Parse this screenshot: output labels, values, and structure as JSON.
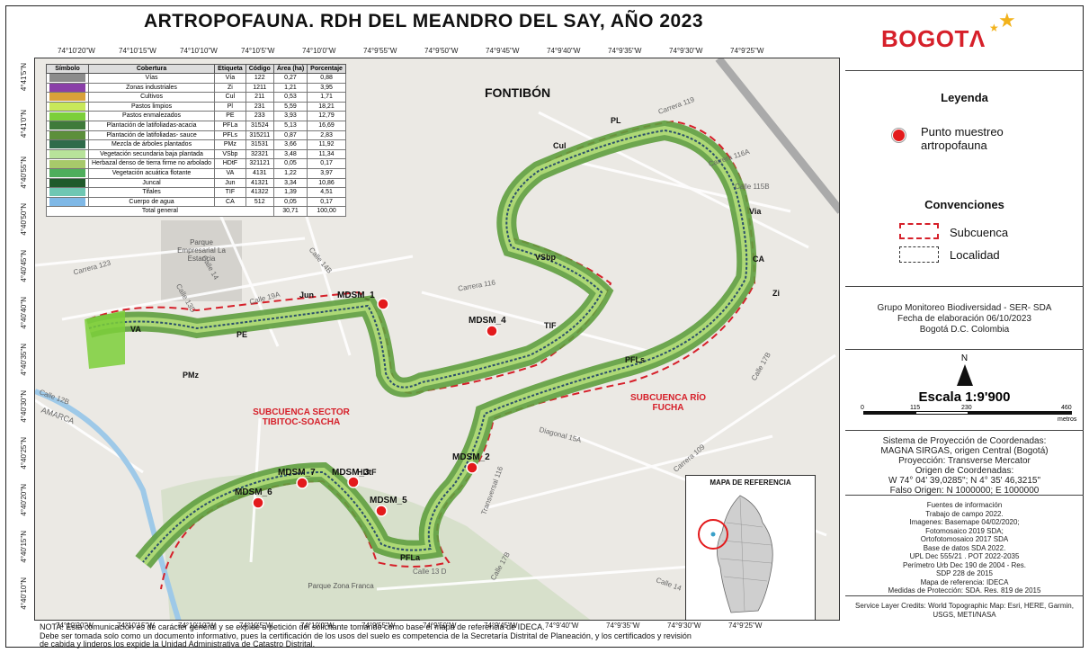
{
  "title": "ARTROPOFAUNA. RDH DEL MEANDRO DEL SAY, AÑO 2023",
  "logo_text": "BOGOTΛ",
  "coords": {
    "top": [
      "74°10'20\"W",
      "74°10'15\"W",
      "74°10'10\"W",
      "74°10'5\"W",
      "74°10'0\"W",
      "74°9'55\"W",
      "74°9'50\"W",
      "74°9'45\"W",
      "74°9'40\"W",
      "74°9'35\"W",
      "74°9'30\"W",
      "74°9'25\"W"
    ],
    "bottom": [
      "74°10'20\"W",
      "74°10'15\"W",
      "74°10'10\"W",
      "74°10'5\"W",
      "74°10'0\"W",
      "74°9'55\"W",
      "74°9'50\"W",
      "74°9'45\"W",
      "74°9'40\"W",
      "74°9'35\"W",
      "74°9'30\"W",
      "74°9'25\"W"
    ],
    "side": [
      "4°41'5\"N",
      "4°41'0\"N",
      "4°40'55\"N",
      "4°40'50\"N",
      "4°40'45\"N",
      "4°40'40\"N",
      "4°40'35\"N",
      "4°40'30\"N",
      "4°40'25\"N",
      "4°40'20\"N",
      "4°40'15\"N",
      "4°40'10\"N"
    ]
  },
  "table": {
    "headers": [
      "Símbolo",
      "Cobertura",
      "Etiqueta",
      "Código",
      "Área (ha)",
      "Porcentaje"
    ],
    "rows": [
      {
        "cobertura": "Vías",
        "etiqueta": "Vía",
        "codigo": "122",
        "area": "0,27",
        "pct": "0,88",
        "color": "#8c8c8c"
      },
      {
        "cobertura": "Zonas industriales",
        "etiqueta": "Zi",
        "codigo": "1211",
        "area": "1,21",
        "pct": "3,95",
        "color": "#8a3fa8"
      },
      {
        "cobertura": "Cultivos",
        "etiqueta": "Cul",
        "codigo": "211",
        "area": "0,53",
        "pct": "1,71",
        "color": "#d9a13a"
      },
      {
        "cobertura": "Pastos limpios",
        "etiqueta": "Pl",
        "codigo": "231",
        "area": "5,59",
        "pct": "18,21",
        "color": "#c8e85a"
      },
      {
        "cobertura": "Pastos enmalezados",
        "etiqueta": "PE",
        "codigo": "233",
        "area": "3,93",
        "pct": "12,79",
        "color": "#7ccf3a"
      },
      {
        "cobertura": "Plantación de latifoliadas-acacia",
        "etiqueta": "PFLa",
        "codigo": "31524",
        "area": "5,13",
        "pct": "16,69",
        "color": "#3f7a3a"
      },
      {
        "cobertura": "Plantación de latifoliadas- sauce",
        "etiqueta": "PFLs",
        "codigo": "315211",
        "area": "0,87",
        "pct": "2,83",
        "color": "#5c8f3b"
      },
      {
        "cobertura": "Mezcla de árboles plantados",
        "etiqueta": "PMz",
        "codigo": "31531",
        "area": "3,66",
        "pct": "11,92",
        "color": "#2f6b4a"
      },
      {
        "cobertura": "Vegetación secundaria baja plantada",
        "etiqueta": "VSbp",
        "codigo": "32321",
        "area": "3,48",
        "pct": "11,34",
        "color": "#b8e39a"
      },
      {
        "cobertura": "Herbazal denso de tierra firme no arbolado",
        "etiqueta": "HDtF",
        "codigo": "321121",
        "area": "0,05",
        "pct": "0,17",
        "color": "#a7c96a"
      },
      {
        "cobertura": "Vegetación acuática flotante",
        "etiqueta": "VA",
        "codigo": "4131",
        "area": "1,22",
        "pct": "3,97",
        "color": "#4fae5c"
      },
      {
        "cobertura": "Juncal",
        "etiqueta": "Jun",
        "codigo": "41321",
        "area": "3,34",
        "pct": "10,86",
        "color": "#1f5a2a"
      },
      {
        "cobertura": "Tifales",
        "etiqueta": "TIF",
        "codigo": "41322",
        "area": "1,39",
        "pct": "4,51",
        "color": "#6fc7b3"
      },
      {
        "cobertura": "Cuerpo de agua",
        "etiqueta": "CA",
        "codigo": "512",
        "area": "0,05",
        "pct": "0,17",
        "color": "#7fb8e6"
      }
    ],
    "total_label": "Total general",
    "total_area": "30,71",
    "total_pct": "100,00"
  },
  "map_labels": {
    "fontibon": "FONTIBÓN",
    "pl": "PL",
    "cul": "Cul",
    "via": "Via",
    "ca": "CA",
    "zi": "Zi",
    "vsbp": "VSbp",
    "tif": "TIF",
    "jun": "Jun",
    "pe": "PE",
    "va": "VA",
    "pmz": "PMz",
    "pfls": "PFLs",
    "hdtf": "HDtF",
    "pfla": "PFLa"
  },
  "stations": {
    "s1": "MDSM_1",
    "s2": "MDSM_2",
    "s3": "MDSM_3",
    "s4": "MDSM_4",
    "s5": "MDSM_5",
    "s6": "MDSM_6",
    "s7": "MDSM_7"
  },
  "areas": {
    "tibitoc": "SUBCUENCA SECTOR TIBITOC-SOACHA",
    "fucha": "SUBCUENCA RÍO FUCHA"
  },
  "streets": {
    "c119": "Carrera 119",
    "c116a": "Carrera 116A",
    "c115b": "Calle 115B",
    "c123": "Carrera 123",
    "calle14": "Calle 14",
    "calle14b": "Calle 14B",
    "calle13d": "Calle 13D",
    "calle19a": "Calle 19A",
    "c116": "Carrera 116",
    "calle17b": "Calle 17B",
    "diag15a": "Diagonal 15A",
    "c109": "Carrera 109",
    "tv116": "Transversal 116",
    "calle17b2": "Calle 17B",
    "calle13d2": "Calle 13 D",
    "calle14_2": "Calle 14",
    "calle12b": "Calle 12B",
    "amarca": "AMARCA"
  },
  "places": {
    "parque": "Parque Empresarial La Estancia",
    "zonafranca": "Parque Zona Franca"
  },
  "inset_title": "MAPA DE REFERENCIA",
  "legend": {
    "title": "Leyenda",
    "point_label": "Punto muestreo artropofauna",
    "conv_title": "Convenciones",
    "subcuenca": "Subcuenca",
    "localidad": "Localidad"
  },
  "credits": {
    "line1": "Grupo Monitoreo Biodiversidad - SER- SDA",
    "line2": "Fecha de elaboración 06/10/2023",
    "line3": "Bogotá D.C. Colombia"
  },
  "scale": {
    "north": "N",
    "title": "Escala 1:9'900",
    "ticks": [
      "0",
      "115",
      "230",
      "460"
    ],
    "unit": "metros"
  },
  "projection": [
    "Sistema de Proyección de Coordenadas:",
    "MAGNA SIRGAS, origen Central (Bogotá)",
    "Proyección: Transverse Mercator",
    "Origen de Coordenadas:",
    "W 74° 04' 39,0285\";  N   4° 35' 46,3215\"",
    "Falso Origen: N 1000000; E 1000000"
  ],
  "sources": [
    "Fuentes de información",
    "Trabajo de campo 2022.",
    "Imagenes: Basemape 04/02/2020;",
    "Fotomosaico 2019 SDA;",
    "Ortofotomosaico 2017 SDA",
    "Base de datos SDA 2022.",
    "UPL Dec 555/21 . POT 2022-2035",
    "Perímetro Urb Dec 190 de 2004 - Res.",
    "SDP 228 de 2015",
    "Mapa de referencia: IDECA",
    "Medidas de Protección: SDA. Res. 819 de 2015"
  ],
  "service_credits": "Service Layer Credits: World Topographic Map: Esri, HERE, Garmin, USGS, METI/NASA",
  "note": [
    "NOTA: Esta comunicación es de carácter general y se expide a petición del solicitante tomando como base el mapa de referencia de IDECA.",
    "Debe ser tomada solo como un documento informativo, pues la certificación de los usos del suelo es competencia de la Secretaría Distrital de Planeación, y los certificados y revisión",
    "de cabida y linderos los expide la Unidad Administrativa de Catastro Distrital."
  ],
  "colors": {
    "accent_red": "#d6202a",
    "point_red": "#e31a1c",
    "river": "#9ec9e8"
  }
}
